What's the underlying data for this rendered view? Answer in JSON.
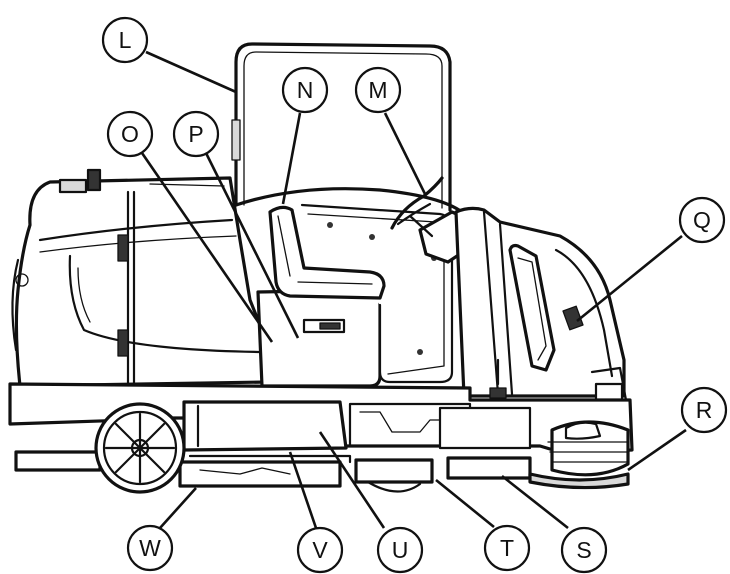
{
  "diagram": {
    "callouts": [
      {
        "id": "L",
        "label": "L"
      },
      {
        "id": "N",
        "label": "N"
      },
      {
        "id": "M",
        "label": "M"
      },
      {
        "id": "O",
        "label": "O"
      },
      {
        "id": "P",
        "label": "P"
      },
      {
        "id": "Q",
        "label": "Q"
      },
      {
        "id": "R",
        "label": "R"
      },
      {
        "id": "W",
        "label": "W"
      },
      {
        "id": "V",
        "label": "V"
      },
      {
        "id": "U",
        "label": "U"
      },
      {
        "id": "T",
        "label": "T"
      },
      {
        "id": "S",
        "label": "S"
      }
    ]
  }
}
